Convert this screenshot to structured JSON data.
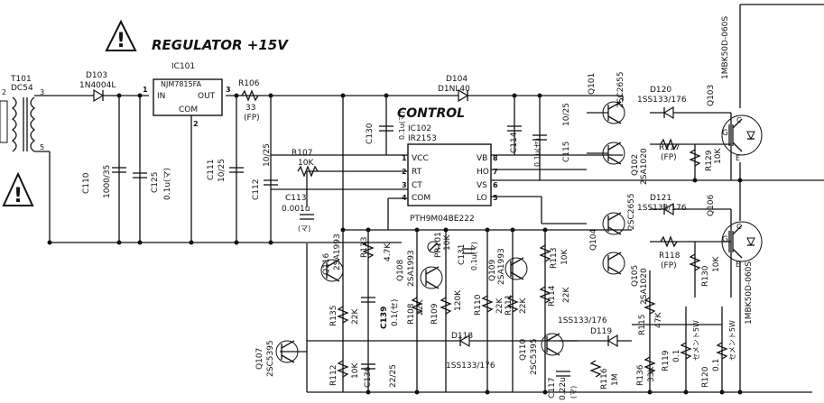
{
  "headings": {
    "regulator": "REGULATOR +15V",
    "control": "CONTROL"
  },
  "components": {
    "t101": {
      "ref": "T101",
      "value": "DC54",
      "pins": [
        "2",
        "3",
        "5"
      ]
    },
    "d103": {
      "ref": "D103",
      "value": "1N4004L"
    },
    "ic101": {
      "ref": "IC101",
      "part": "NJM7815FA",
      "in": "IN",
      "out": "OUT",
      "com": "COM",
      "pin1": "1",
      "pin2": "2",
      "pin3": "3"
    },
    "r106": {
      "ref": "R106",
      "value": "33",
      "note": "(FP)"
    },
    "c110": {
      "ref": "C110",
      "value": "1000/35"
    },
    "c125": {
      "ref": "C125",
      "value": "0.1u(マ)"
    },
    "c111": {
      "ref": "C111",
      "value": "10/25"
    },
    "c112": {
      "ref": "C112",
      "value": "10/25"
    },
    "r107": {
      "ref": "R107",
      "value": "10K"
    },
    "c113": {
      "ref": "C113",
      "value": "0.001u",
      "note": "(マ)"
    },
    "c130": {
      "ref": "C130",
      "value": "0.1u(マ)"
    },
    "d104": {
      "ref": "D104",
      "value": "D1NL40"
    },
    "ic102": {
      "ref": "IC102",
      "part": "IR2153",
      "pins": [
        "VCC",
        "RT",
        "CT",
        "COM",
        "VB",
        "HO",
        "VS",
        "LO"
      ],
      "pin_nums": [
        "1",
        "2",
        "3",
        "4",
        "8",
        "7",
        "6",
        "5"
      ],
      "module": "PTH9M04BE222"
    },
    "c114": {
      "ref": "C114",
      "value": "0.1u(セ)"
    },
    "c115": {
      "ref": "C115",
      "value": "10/25"
    },
    "q101": {
      "ref": "Q101",
      "value": "2SC2655"
    },
    "q102": {
      "ref": "Q102",
      "value": "2SA1020"
    },
    "d120": {
      "ref": "D120",
      "value": "1SS133/176"
    },
    "r117": {
      "ref": "R117",
      "value": "(FP)"
    },
    "r129": {
      "ref": "R129",
      "value": "10K"
    },
    "q103": {
      "ref": "Q103",
      "value": "1MBK50D-060S"
    },
    "d121": {
      "ref": "D121",
      "value": "1SS133/176"
    },
    "q104": {
      "ref": "Q104",
      "value": "2SC2655"
    },
    "q105": {
      "ref": "Q105",
      "value": "2SA1020"
    },
    "r118": {
      "ref": "R118",
      "value": "(FP)"
    },
    "r130": {
      "ref": "R130",
      "value": "10K"
    },
    "q106": {
      "ref": "Q106",
      "value": "1MBK50D-060S"
    },
    "q116": {
      "ref": "Q116",
      "value": "2SA1993"
    },
    "r133": {
      "ref": "R133",
      "value": "4.7K"
    },
    "q108": {
      "ref": "Q108",
      "value": "2SA1993"
    },
    "pr101": {
      "ref": "PR101",
      "value": "10K"
    },
    "c131": {
      "ref": "C131",
      "value": "0.1u(マ)"
    },
    "q109": {
      "ref": "Q109",
      "value": "2SA1993"
    },
    "r113": {
      "ref": "R113",
      "value": "10K"
    },
    "r135": {
      "ref": "R135",
      "value": "22K"
    },
    "c139": {
      "ref": "C139",
      "value": "0.1(セ)"
    },
    "r108": {
      "ref": "R108",
      "value": "22K"
    },
    "r109": {
      "ref": "R109",
      "value": "120K"
    },
    "r110": {
      "ref": "R110",
      "value": "22K"
    },
    "r111": {
      "ref": "R111",
      "value": "22K"
    },
    "r114": {
      "ref": "R114",
      "value": "22K"
    },
    "q107": {
      "ref": "Q107",
      "value": "2SC5395"
    },
    "r112": {
      "ref": "R112",
      "value": "10K"
    },
    "c136": {
      "ref": "C136",
      "value": "22/25"
    },
    "d118": {
      "ref": "D118",
      "value": "1SS133/176"
    },
    "q110": {
      "ref": "Q110",
      "value": "2SC5395"
    },
    "c117": {
      "ref": "C117",
      "value": "0.22u",
      "note": "(マ)"
    },
    "r116": {
      "ref": "R116",
      "value": "1M"
    },
    "d119": {
      "ref": "D119",
      "value": "1SS133/176"
    },
    "r115": {
      "ref": "R115",
      "value": "47K"
    },
    "r136": {
      "ref": "R136",
      "value": "33K"
    },
    "r119": {
      "ref": "R119",
      "value": "0.1",
      "note": "セメント5W"
    },
    "r120": {
      "ref": "R120",
      "value": "0.1",
      "note": "セメント5W"
    }
  },
  "terminals": {
    "gate": "G",
    "collector": "C",
    "emitter": "E"
  },
  "warning_icon": "warning-triangle-icon"
}
